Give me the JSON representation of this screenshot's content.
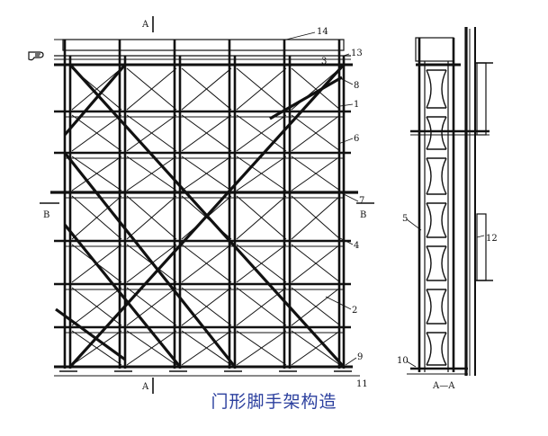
{
  "caption": "门形脚手架构造",
  "section_marks": {
    "a_top": "A",
    "a_bottom": "A",
    "b_left": "B",
    "b_right": "B",
    "section_view": "A—A"
  },
  "callouts": [
    "14",
    "13",
    "3",
    "8",
    "1",
    "6",
    "7",
    "4",
    "2",
    "9",
    "11",
    "5",
    "12",
    "10"
  ],
  "colors": {
    "ink": "#111111",
    "caption": "#2b3f9e",
    "paper": "#ffffff"
  },
  "icons": [
    "hand-pointer-icon"
  ]
}
